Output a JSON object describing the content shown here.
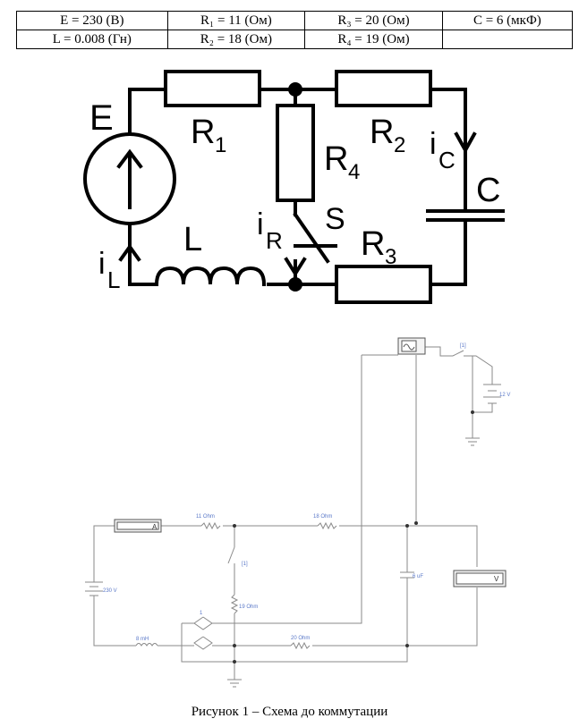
{
  "params": {
    "rows": [
      [
        "E = 230 (B)",
        "R₁ = 11 (Ом)",
        "R₃ = 20 (Ом)",
        "C = 6 (мкФ)"
      ],
      [
        "L = 0.008 (Гн)",
        "R₂ = 18 (Ом)",
        "R₄ = 19 (Ом)",
        ""
      ]
    ]
  },
  "schematic": {
    "labels": {
      "E": "E",
      "R1_main": "R",
      "R1_sub": "1",
      "R2_main": "R",
      "R2_sub": "2",
      "R3_main": "R",
      "R3_sub": "3",
      "R4_main": "R",
      "R4_sub": "4",
      "L": "L",
      "C": "C",
      "S": "S",
      "iC_main": "i",
      "iC_sub": "C",
      "iR_main": "i",
      "iR_sub": "R",
      "iL_main": "i",
      "iL_sub": "L"
    }
  },
  "simulation": {
    "labels": {
      "r1": "11 Ohm",
      "r2": "18 Ohm",
      "r4": "19 Ohm",
      "r3": "20 Ohm",
      "inductor": "8 mH",
      "capacitor": "6 uF",
      "source": "230 V",
      "battery": "12 V",
      "switch_top": "[1]",
      "switch_mid": "[1]",
      "ammeter": "A",
      "voltmeter": "V",
      "source_index": "1"
    },
    "wire_color": "#8a8a8a",
    "label_color": "#5a78c8"
  },
  "caption": "Рисунок 1 – Схема до коммутации"
}
